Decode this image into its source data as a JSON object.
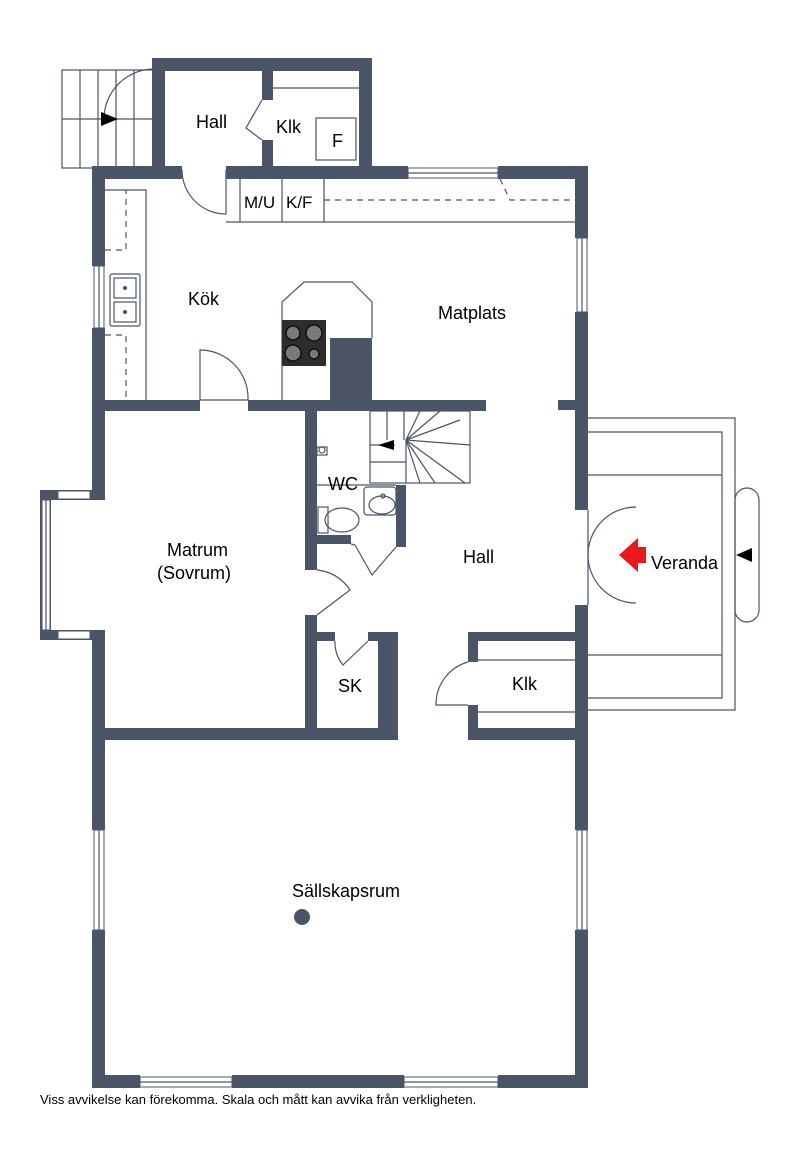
{
  "rooms": {
    "hall_top": "Hall",
    "klk_top": "Klk",
    "f_box": "F",
    "mu": "M/U",
    "kf": "K/F",
    "kok": "Kök",
    "matplats": "Matplats",
    "wc": "WC",
    "matrum_line1": "Matrum",
    "matrum_line2": "(Sovrum)",
    "hall_main": "Hall",
    "veranda": "Veranda",
    "sk": "SK",
    "klk_main": "Klk",
    "sallskapsrum": "Sällskapsrum"
  },
  "disclaimer": "Viss avvikelse kan förekomma. Skala och mått kan avvika från verkligheten.",
  "colors": {
    "wall": "#4b5567",
    "entrance_arrow": "#e8191e"
  }
}
